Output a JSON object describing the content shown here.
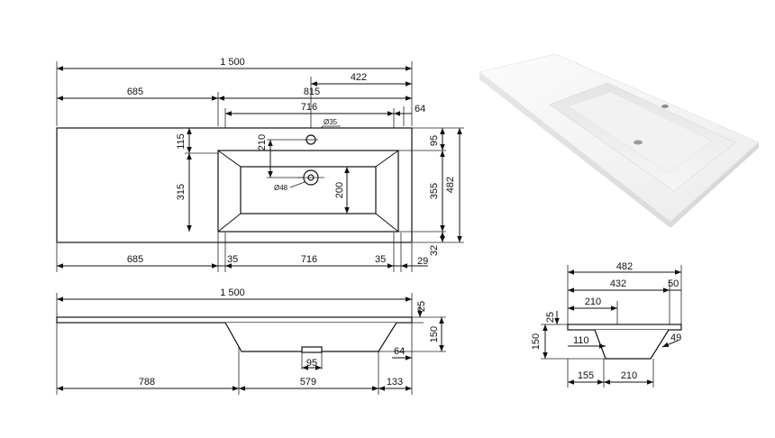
{
  "top_view": {
    "dims": {
      "overall_width": "1 500",
      "right_offset": "422",
      "left_shelf": "685",
      "basin_section": "815",
      "basin_width": "716",
      "right_edge": "64",
      "hole_diameter": "Ø35",
      "top_margin": "115",
      "left_depth": "315",
      "hole_offset": "210",
      "drain_diameter": "Ø48",
      "basin_depth": "200",
      "top_rim": "95",
      "inner_depth": "355",
      "total_depth": "482",
      "bottom_rim": "32"
    },
    "bottom_dims": {
      "left": "685",
      "wall_left": "35",
      "basin": "716",
      "wall_right": "35",
      "right": "29"
    }
  },
  "side_view": {
    "dims": {
      "overall_width": "1 500",
      "thickness": "25",
      "height": "150",
      "right_margin": "64",
      "drain": "95",
      "left": "788",
      "middle": "579",
      "right": "133"
    }
  },
  "section_view": {
    "dims": {
      "depth": "482",
      "inner": "432",
      "back_wall": "50",
      "front": "210",
      "thickness": "25",
      "height": "150",
      "bottom_inner": "110",
      "bevel": "49",
      "bottom_left": "155",
      "bottom_width": "210"
    }
  }
}
